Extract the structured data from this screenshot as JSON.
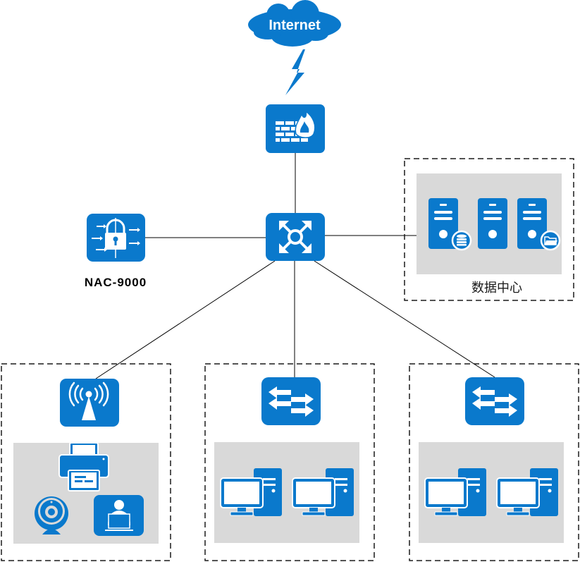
{
  "diagram": {
    "title": "Network topology",
    "colors": {
      "device_blue": "#0a79cc",
      "zone_fill": "#d9d9d9",
      "line": "#000000",
      "dash_border": "#1a1a1a",
      "icon_fg": "#ffffff"
    },
    "nodes": {
      "internet": {
        "label": "Internet",
        "icon": "cloud-icon"
      },
      "lightning": {
        "icon": "lightning-icon"
      },
      "firewall": {
        "icon": "firewall-icon"
      },
      "core_switch": {
        "icon": "core-router-icon"
      },
      "nac": {
        "label": "NAC-9000",
        "icon": "nac-lock-icon"
      },
      "datacenter": {
        "label": "数据中心",
        "servers": [
          {
            "icon": "database-server-icon",
            "badge": "database-icon"
          },
          {
            "icon": "server-icon"
          },
          {
            "icon": "file-server-icon",
            "badge": "folder-icon"
          }
        ]
      },
      "wireless_zone": {
        "ap": {
          "icon": "wireless-ap-icon"
        },
        "devices": [
          {
            "icon": "printer-icon"
          },
          {
            "icon": "webcam-icon"
          },
          {
            "icon": "user-laptop-icon"
          }
        ]
      },
      "lan_zone_1": {
        "switch": {
          "icon": "access-switch-icon"
        },
        "devices": [
          {
            "icon": "desktop-pc-icon"
          },
          {
            "icon": "desktop-pc-icon"
          }
        ]
      },
      "lan_zone_2": {
        "switch": {
          "icon": "access-switch-icon"
        },
        "devices": [
          {
            "icon": "desktop-pc-icon"
          },
          {
            "icon": "desktop-pc-icon"
          }
        ]
      }
    },
    "links": [
      {
        "from": "internet",
        "to": "firewall",
        "type": "lightning"
      },
      {
        "from": "firewall",
        "to": "core_switch"
      },
      {
        "from": "nac",
        "to": "core_switch"
      },
      {
        "from": "core_switch",
        "to": "datacenter"
      },
      {
        "from": "core_switch",
        "to": "wireless_zone.ap"
      },
      {
        "from": "core_switch",
        "to": "lan_zone_1.switch"
      },
      {
        "from": "core_switch",
        "to": "lan_zone_2.switch"
      }
    ]
  }
}
